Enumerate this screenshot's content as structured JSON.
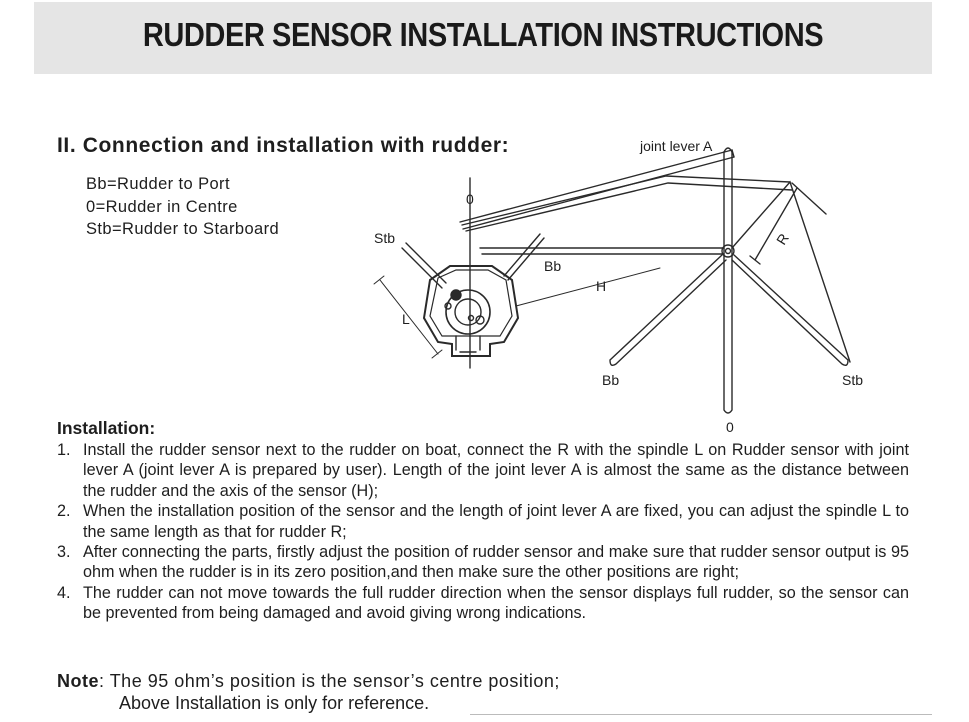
{
  "header": {
    "title": "RUDDER SENSOR INSTALLATION INSTRUCTIONS"
  },
  "section": {
    "heading": "II. Connection and installation with rudder:"
  },
  "legend": {
    "bb": "Bb=Rudder to Port",
    "zero": "0=Rudder in Centre",
    "stb": "Stb=Rudder to Starboard"
  },
  "diagram": {
    "joint_lever": "joint lever A",
    "sensor_zero": "0",
    "sensor_stb": "Stb",
    "sensor_bb": "Bb",
    "dim_h": "H",
    "dim_l": "L",
    "dim_r": "R",
    "rudder_bb": "Bb",
    "rudder_stb": "Stb",
    "rudder_zero": "0"
  },
  "installation": {
    "heading": "Installation:",
    "steps": [
      {
        "num": "1.",
        "text": "Install the rudder sensor next to the rudder on boat, connect the R with the spindle L on Rudder sensor with joint lever A (joint lever A is prepared by user). Length of the joint lever A is almost the same as the distance between the rudder and the axis of the sensor (H);"
      },
      {
        "num": "2.",
        "text": "When the installation position of the sensor and the length of joint lever A are fixed, you can adjust the spindle L to the same length as that for rudder R;"
      },
      {
        "num": "3.",
        "text": "After connecting the parts, firstly adjust the position of rudder sensor and make sure that rudder sensor output is 95 ohm when the rudder is in its zero position,and then make sure the other positions are right;"
      },
      {
        "num": "4.",
        "text": "The rudder can not move towards the full rudder direction when the sensor displays full rudder, so the sensor can be prevented from being damaged and avoid giving wrong indications."
      }
    ]
  },
  "note": {
    "label": "Note",
    "colon": ": ",
    "line1": "The 95 ohm’s position is the sensor’s centre position;",
    "line2": "Above Installation is only for reference."
  }
}
